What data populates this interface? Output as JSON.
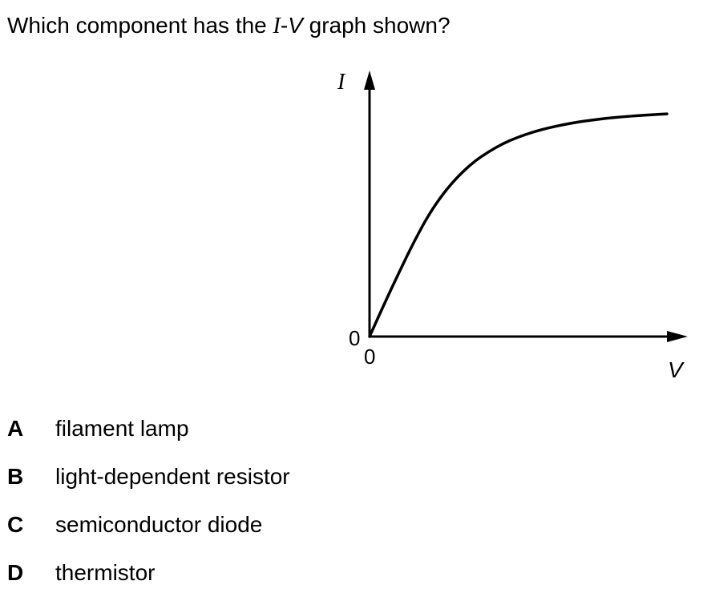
{
  "question": {
    "prefix": "Which component has the ",
    "var_i": "I",
    "dash": "-",
    "var_v": "V",
    "suffix": " graph shown?"
  },
  "chart_data": {
    "type": "line",
    "xlabel": "V",
    "ylabel": "I",
    "x_origin_label": "0",
    "y_origin_label": "0",
    "grid": false,
    "axis_color": "#000000",
    "curve_color": "#000000",
    "series": [
      {
        "x": [
          0,
          0.05,
          0.1,
          0.15,
          0.2,
          0.25,
          0.3,
          0.35,
          0.4,
          0.45,
          0.5,
          0.55,
          0.6,
          0.65,
          0.7,
          0.75,
          0.8,
          0.85,
          0.9,
          0.95,
          1.0
        ],
        "y": [
          0,
          0.145,
          0.285,
          0.42,
          0.54,
          0.635,
          0.71,
          0.77,
          0.815,
          0.852,
          0.88,
          0.902,
          0.92,
          0.934,
          0.946,
          0.955,
          0.963,
          0.969,
          0.974,
          0.978,
          0.982
        ]
      }
    ]
  },
  "options": [
    {
      "letter": "A",
      "text": "filament lamp"
    },
    {
      "letter": "B",
      "text": "light-dependent resistor"
    },
    {
      "letter": "C",
      "text": "semiconductor diode"
    },
    {
      "letter": "D",
      "text": "thermistor"
    }
  ]
}
